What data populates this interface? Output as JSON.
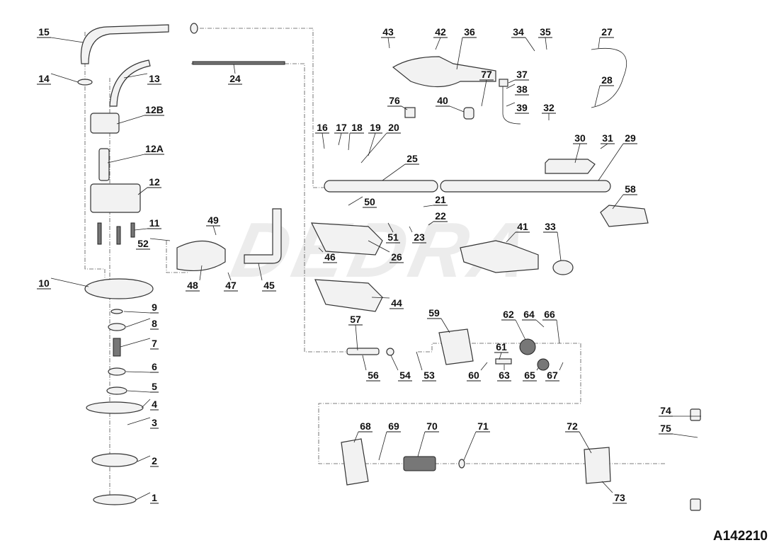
{
  "diagram": {
    "watermark": "DEDRA",
    "drawing_code": "A142210",
    "part_labels": [
      "15",
      "14",
      "13",
      "24",
      "12B",
      "12A",
      "12",
      "11",
      "52",
      "49",
      "48",
      "47",
      "45",
      "10",
      "9",
      "8",
      "7",
      "6",
      "5",
      "4",
      "3",
      "2",
      "1",
      "43",
      "42",
      "36",
      "34",
      "35",
      "27",
      "37",
      "38",
      "39",
      "77",
      "40",
      "76",
      "28",
      "32",
      "16",
      "17",
      "18",
      "19",
      "20",
      "30",
      "31",
      "29",
      "25",
      "58",
      "50",
      "21",
      "22",
      "51",
      "23",
      "41",
      "33",
      "46",
      "26",
      "44",
      "57",
      "59",
      "62",
      "64",
      "66",
      "61",
      "56",
      "54",
      "53",
      "60",
      "63",
      "65",
      "67",
      "74",
      "75",
      "68",
      "69",
      "70",
      "71",
      "72",
      "73"
    ]
  }
}
